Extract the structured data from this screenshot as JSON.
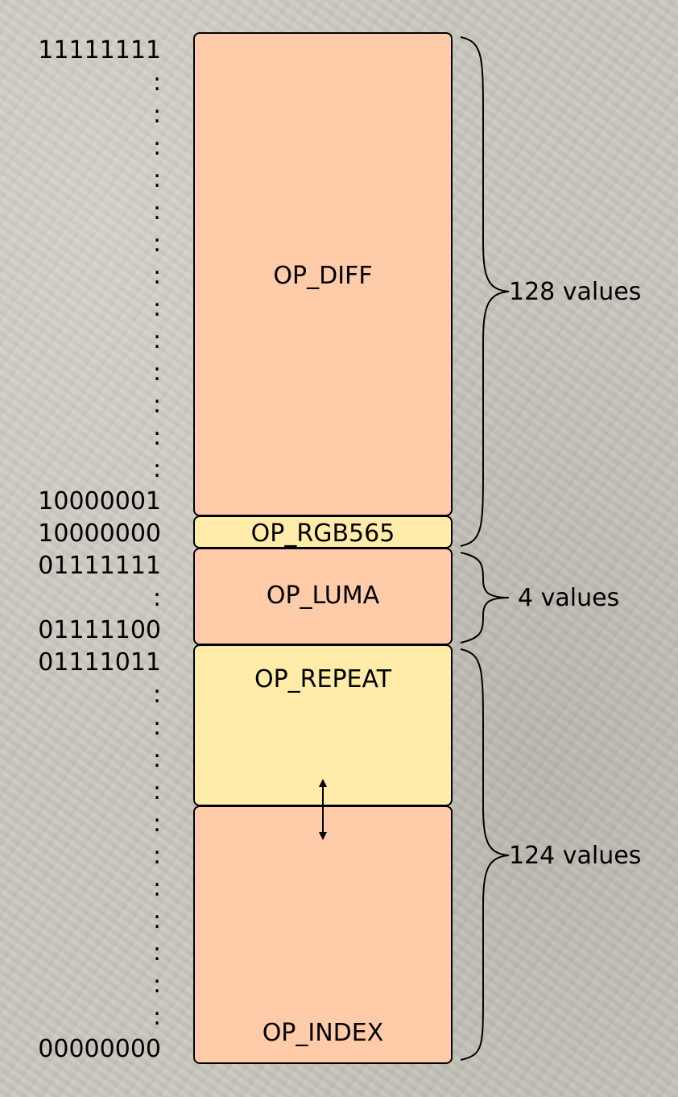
{
  "colors": {
    "background": "#c9c7bd",
    "salmon": "#ffcba8",
    "yellow": "#ffeca8",
    "stroke": "#000000"
  },
  "binary_labels": {
    "b11111111": "11111111",
    "b10000001": "10000001",
    "b10000000": "10000000",
    "b01111111": "01111111",
    "b01111100": "01111100",
    "b01111011": "01111011",
    "b00000000": "00000000"
  },
  "ellipsis_glyph": ":",
  "regions": {
    "op_diff": "OP_DIFF",
    "op_rgb565": "OP_RGB565",
    "op_luma": "OP_LUMA",
    "op_repeat": "OP_REPEAT",
    "op_index": "OP_INDEX"
  },
  "counts": {
    "diff_count": "128 values",
    "luma_count": "4 values",
    "repeat_index_count": "124 values"
  },
  "icons": {
    "divider_arrow": "double-headed-vertical-arrow-icon"
  }
}
